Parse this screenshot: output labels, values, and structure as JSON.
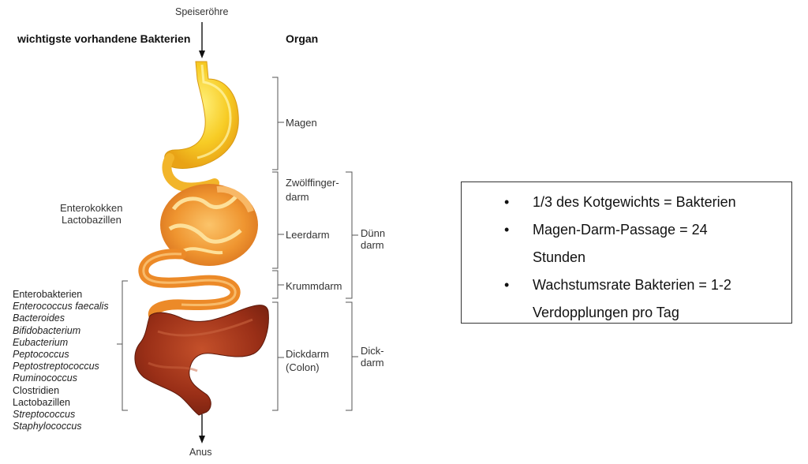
{
  "top_label": "Speiseröhre",
  "bottom_label": "Anus",
  "header_left": "wichtigste vorhandene Bakterien",
  "header_right": "Organ",
  "organs": {
    "magen": "Magen",
    "zwoelf_1": "Zwölffinger-",
    "zwoelf_2": "darm",
    "leerdarm": "Leerdarm",
    "krummdarm": "Krummdarm",
    "dickdarm_1": "Dickdarm",
    "dickdarm_2": "(Colon)"
  },
  "regions": {
    "duenn_1": "Dünn",
    "duenn_2": "darm",
    "dick_1": "Dick-",
    "dick_2": "darm"
  },
  "upper_bacteria": [
    "Enterokokken",
    "Lactobazillen"
  ],
  "lower_bacteria": [
    {
      "name": "Enterobakterien",
      "italic": false
    },
    {
      "name": "Enterococcus faecalis",
      "italic": true
    },
    {
      "name": "Bacteroides",
      "italic": true
    },
    {
      "name": "Bifidobacterium",
      "italic": true
    },
    {
      "name": "Eubacterium",
      "italic": true
    },
    {
      "name": "Peptococcus",
      "italic": true
    },
    {
      "name": "Peptostreptococcus",
      "italic": true
    },
    {
      "name": "Ruminococcus",
      "italic": true
    },
    {
      "name": "Clostridien",
      "italic": false
    },
    {
      "name": "Lactobazillen",
      "italic": false
    },
    {
      "name": "Streptococcus",
      "italic": true
    },
    {
      "name": "Staphylococcus",
      "italic": true
    }
  ],
  "facts": [
    {
      "line1": "1/3 des Kotgewichts = Bakterien",
      "line2": ""
    },
    {
      "line1": "Magen-Darm-Passage = 24",
      "line2": "Stunden"
    },
    {
      "line1": "Wachstumsrate Bakterien = 1-2",
      "line2": "Verdopplungen pro Tag"
    }
  ],
  "colors": {
    "stomach": "#f7c51b",
    "small_intestine": "#ee9a2a",
    "colon": "#a8381e",
    "bracket": "#555555"
  }
}
